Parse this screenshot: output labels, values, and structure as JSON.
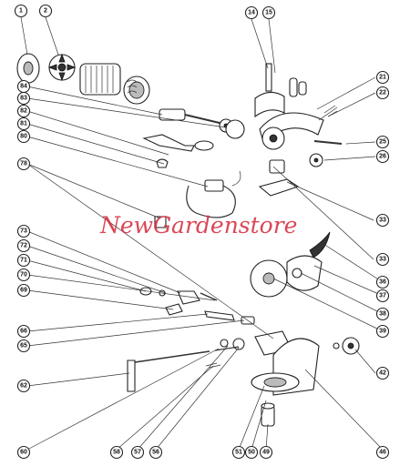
{
  "watermark": "NewGardenstore",
  "callouts": [
    {
      "label": "1"
    },
    {
      "label": "2"
    },
    {
      "label": "14"
    },
    {
      "label": "15"
    },
    {
      "label": "21"
    },
    {
      "label": "22"
    },
    {
      "label": "25"
    },
    {
      "label": "26"
    },
    {
      "label": "84"
    },
    {
      "label": "83"
    },
    {
      "label": "82"
    },
    {
      "label": "81"
    },
    {
      "label": "80"
    },
    {
      "label": "78"
    },
    {
      "label": "73"
    },
    {
      "label": "72"
    },
    {
      "label": "71"
    },
    {
      "label": "70"
    },
    {
      "label": "69"
    },
    {
      "label": "33"
    },
    {
      "label": "33"
    },
    {
      "label": "36"
    },
    {
      "label": "37"
    },
    {
      "label": "38"
    },
    {
      "label": "39"
    },
    {
      "label": "66"
    },
    {
      "label": "65"
    },
    {
      "label": "62"
    },
    {
      "label": "42"
    },
    {
      "label": "60"
    },
    {
      "label": "58"
    },
    {
      "label": "57"
    },
    {
      "label": "56"
    },
    {
      "label": "51"
    },
    {
      "label": "50"
    },
    {
      "label": "49"
    },
    {
      "label": "46"
    }
  ]
}
